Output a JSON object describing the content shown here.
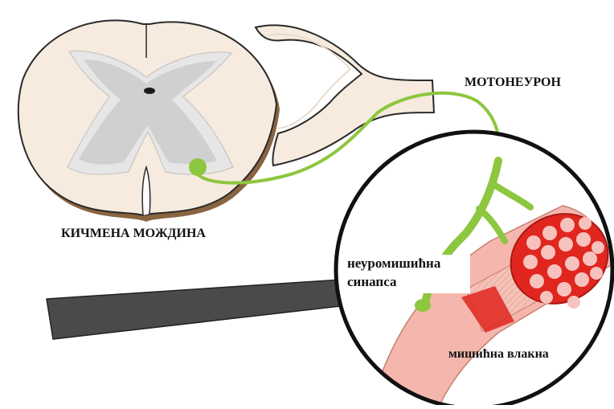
{
  "labels": {
    "spinal_cord": "КИЧМЕНА МОЖДИНА",
    "motor_neuron": "МОТОНЕУРОН",
    "nmj_line1": "неуромишићна",
    "nmj_line2": "синапса",
    "muscle_fibers": "мишићна влакна"
  },
  "colors": {
    "cord_fill": "#f6ebde",
    "cord_edge": "#8a6440",
    "cord_outline": "#2a2a2a",
    "grey_matter": "#d4d4d4",
    "neuron_green": "#8dc63f",
    "muscle_pink": "#f5b7ad",
    "fiber_red": "#e0261f",
    "pointer_grey": "#4a4a4a"
  }
}
